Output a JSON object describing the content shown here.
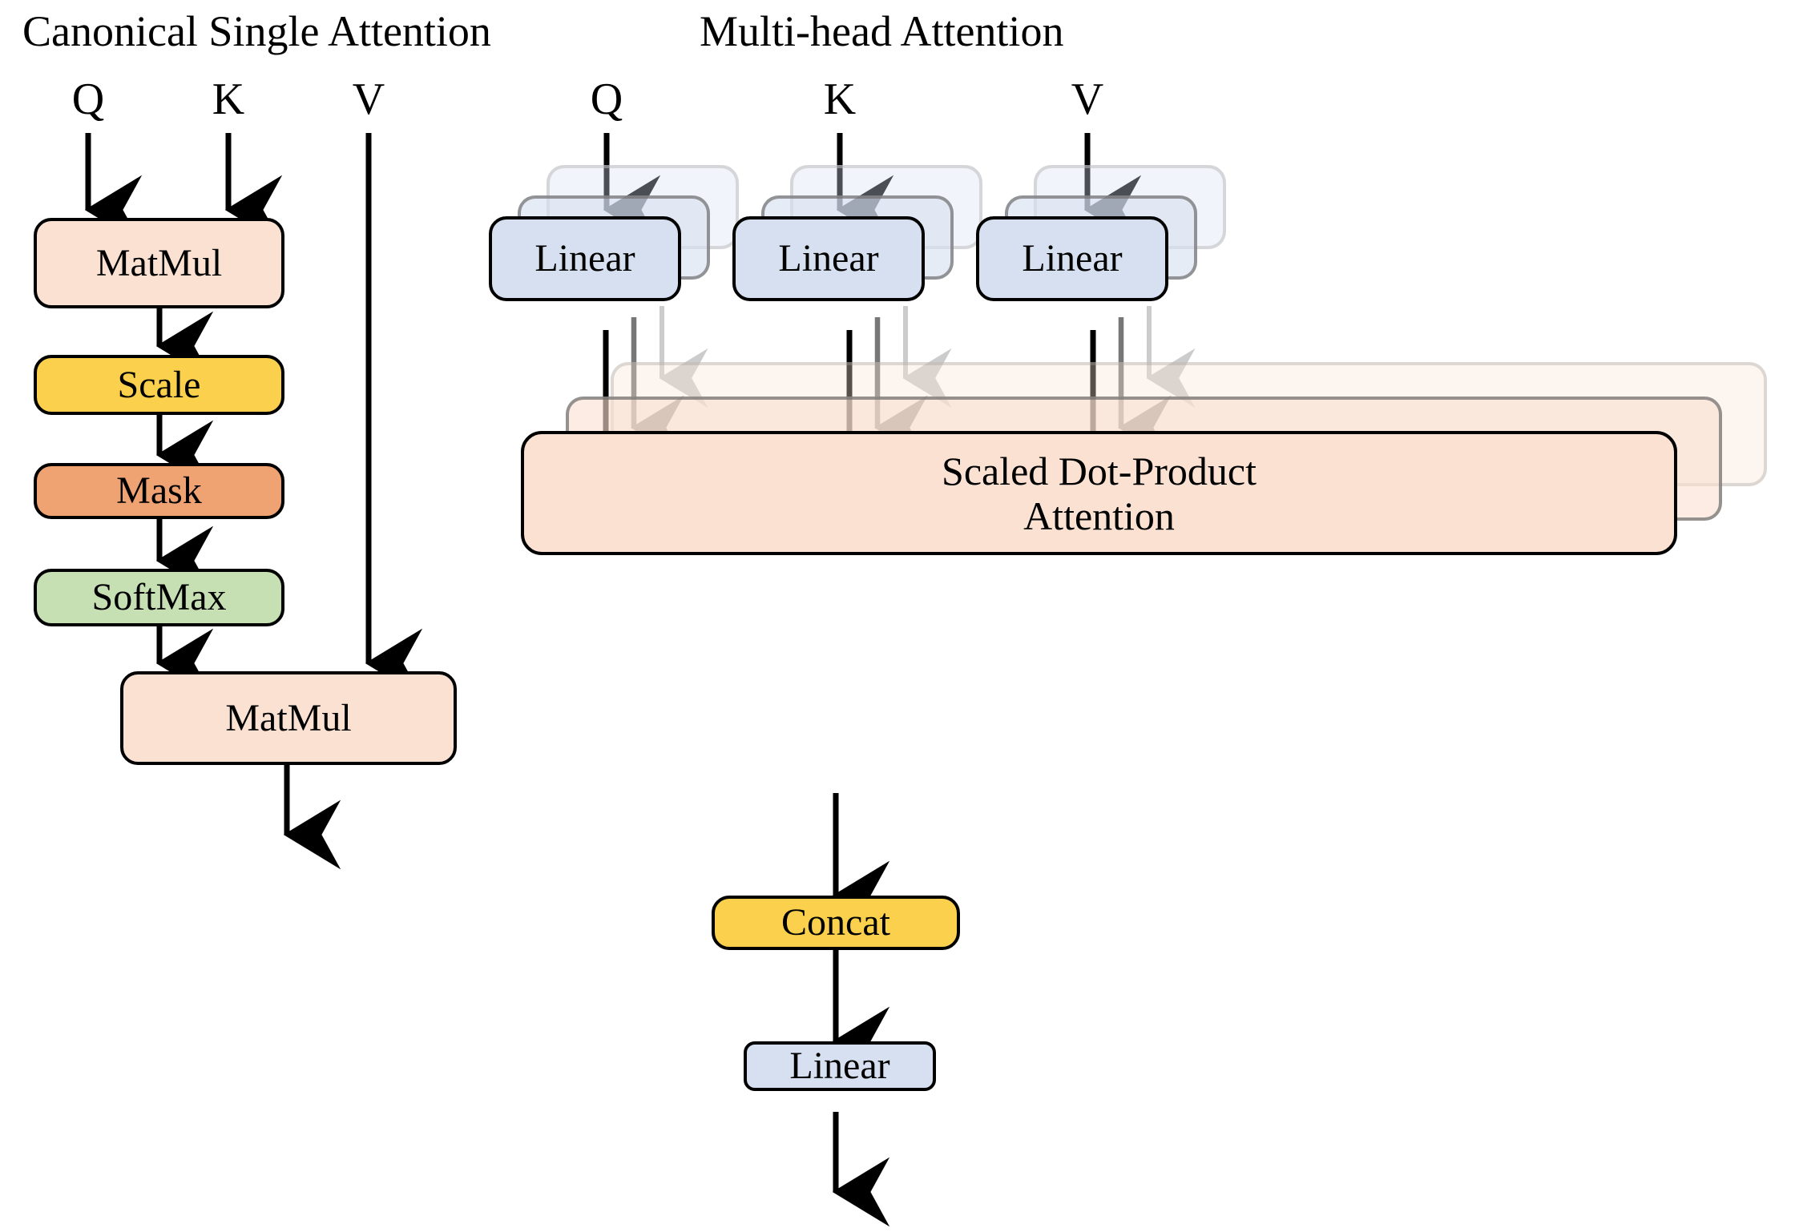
{
  "figure": {
    "type": "diagram",
    "description": "Side-by-side comparison of canonical single attention and multi-head attention block diagrams"
  },
  "colors": {
    "matmul_peach": "#FAE1D2",
    "scale_yellow": "#FBD04C",
    "mask_orange": "#EFA272",
    "softmax_green": "#C6E0B4",
    "linear_blue": "#D6E0F0",
    "concat_yellow": "#FBD04C",
    "sdpa_peach": "#FAE1D2",
    "border_black": "#000000",
    "ghost_mid": "#6E6E6E",
    "ghost_back": "#C9C9C9",
    "arrow_black": "#000000",
    "arrow_mid": "#777777",
    "arrow_light": "#CCCCCC",
    "background": "#FFFFFF"
  },
  "left_panel": {
    "title": "Canonical Single Attention",
    "inputs": [
      {
        "label": "Q"
      },
      {
        "label": "K"
      },
      {
        "label": "V"
      }
    ],
    "nodes": [
      {
        "label": "MatMul",
        "color": "matmul_peach"
      },
      {
        "label": "Scale",
        "color": "scale_yellow"
      },
      {
        "label": "Mask",
        "color": "mask_orange"
      },
      {
        "label": "SoftMax",
        "color": "softmax_green"
      },
      {
        "label": "MatMul",
        "color": "matmul_peach"
      }
    ],
    "flow": "Q and K feed MatMul; MatMul to Scale to Mask to SoftMax to MatMul; V feeds second MatMul; output arrow exits bottom"
  },
  "right_panel": {
    "title": "Multi-head Attention",
    "inputs": [
      {
        "label": "Q"
      },
      {
        "label": "K"
      },
      {
        "label": "V"
      }
    ],
    "linear_stacks": [
      {
        "label": "Linear",
        "for_input": "Q",
        "copies": 3
      },
      {
        "label": "Linear",
        "for_input": "K",
        "copies": 3
      },
      {
        "label": "Linear",
        "for_input": "V",
        "copies": 3
      }
    ],
    "attention": {
      "label_line1": "Scaled Dot-Product",
      "label_line2": "Attention",
      "copies": 3
    },
    "concat": {
      "label": "Concat"
    },
    "output_linear": {
      "label": "Linear"
    },
    "flow": "Q, K, V each go through a stack of Linear projections (one per head); all heads feed stacked Scaled Dot-Product Attention blocks; outputs go to Concat then a final Linear; output arrow exits bottom"
  }
}
